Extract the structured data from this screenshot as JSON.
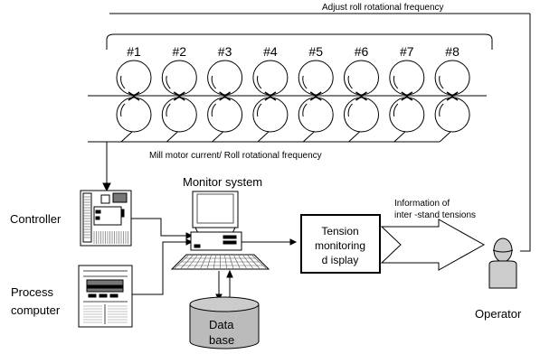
{
  "stand_labels": [
    "#1",
    "#2",
    "#3",
    "#4",
    "#5",
    "#6",
    "#7",
    "#8"
  ],
  "adjust_label": "Adjust roll  rotational frequency",
  "motor_label": "Mill motor current/ Roll  rotational frequency",
  "monitor_system": "Monitor system",
  "controller": "Controller",
  "process_computer": [
    "Process",
    "computer"
  ],
  "database": [
    "Data",
    "base"
  ],
  "tension_display": [
    "Tension",
    "monitoring",
    "d isplay"
  ],
  "info_label": [
    "Information of",
    "inter -stand tensions"
  ],
  "operator": "Operator"
}
